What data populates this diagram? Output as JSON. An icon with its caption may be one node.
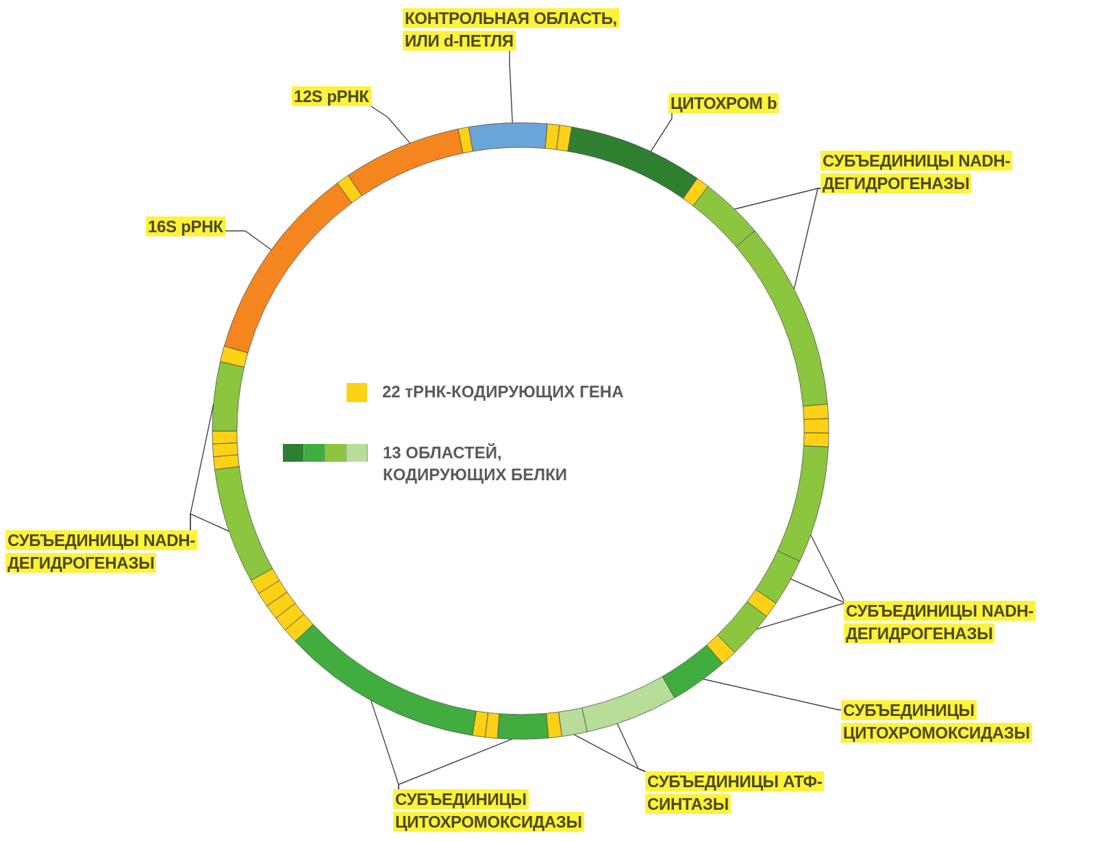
{
  "diagram": {
    "nodes": [
      {
        "text": [
          "КОНТРОЛЬНАЯ ОБЛАСТЬ, ИЛИ d-ПЕТЛЯ"
        ]
      },
      {
        "text": [
          "12S рРНК"
        ]
      },
      {
        "text": [
          "ЦИТОХРОМ b"
        ]
      },
      {
        "text": [
          "СУБЪЕДИНИЦЫ NADH-ДЕГИДРОГЕНАЗЫ"
        ]
      },
      {
        "text": [
          "16S рРНК"
        ]
      },
      {
        "text": [
          "СУБЪЕДИНИЦЫ NADH-ДЕГИДРОГЕНАЗЫ"
        ]
      },
      {
        "text": [
          "СУБЪЕДИНИЦЫ NADH-ДЕГИДРОГЕНАЗЫ"
        ]
      },
      {
        "text": [
          "СУБЪЕДИНИЦЫ ЦИТОХРОМОКСИДАЗЫ"
        ]
      },
      {
        "text": [
          "СУБЪЕДИНИЦЫ ЦИТОХРОМОКСИДАЗЫ"
        ]
      },
      {
        "text": [
          "СУБЪЕДИНИЦЫ АТФ-СИНТАЗЫ"
        ]
      },
      {
        "text": [],
        "shape": "bar"
      },
      {
        "text": [],
        "shape": "bar"
      },
      {
        "text": [],
        "shape": "bar"
      },
      {
        "text": [],
        "shape": "bar"
      },
      {
        "text": [],
        "shape": "bar"
      },
      {
        "text": [],
        "shape": "bar"
      },
      {
        "text": [],
        "shape": "bar"
      },
      {
        "text": [],
        "shape": "bar"
      },
      {
        "text": [],
        "shape": "bar"
      },
      {
        "text": [],
        "shape": "bar"
      },
      {
        "text": [],
        "shape": "bar"
      },
      {
        "text": [],
        "shape": "bar"
      },
      {
        "text": [],
        "shape": "bar"
      },
      {
        "text": [],
        "shape": "bar"
      },
      {
        "text": [],
        "shape": "bar"
      },
      {
        "text": [],
        "shape": "bar"
      }
    ],
    "edges": [
      {
        "from": 0,
        "to": 10,
        "arrow": "none"
      },
      {
        "from": 1,
        "to": 11,
        "arrow": "none"
      },
      {
        "from": 2,
        "to": 12,
        "arrow": "none"
      },
      {
        "from": 3,
        "to": 13,
        "arrow": "none"
      },
      {
        "from": 3,
        "to": 14,
        "arrow": "none"
      },
      {
        "from": 4,
        "to": 15,
        "arrow": "none"
      },
      {
        "from": 5,
        "to": 16,
        "arrow": "none"
      },
      {
        "from": 5,
        "to": 17,
        "arrow": "none"
      },
      {
        "from": 6,
        "to": 18,
        "arrow": "none"
      },
      {
        "from": 6,
        "to": 19,
        "arrow": "none"
      },
      {
        "from": 6,
        "to": 20,
        "arrow": "none"
      },
      {
        "from": 7,
        "to": 21,
        "arrow": "none"
      },
      {
        "from": 9,
        "to": 23,
        "arrow": "none"
      },
      {
        "from": 9,
        "to": 22,
        "arrow": "none"
      },
      {
        "from": 8,
        "to": 25,
        "arrow": "none"
      },
      {
        "from": 8,
        "to": 24,
        "arrow": "none"
      }
    ],
    "legend": [
      {
        "text": "22 тРНК-КОДИРУЮЩИХ ГЕНА",
        "color": "#fcd116"
      },
      {
        "text": "13 ОБЛАСТЕЙ, КОДИРУЮЩИХ БЕЛКИ"
      }
    ]
  }
}
